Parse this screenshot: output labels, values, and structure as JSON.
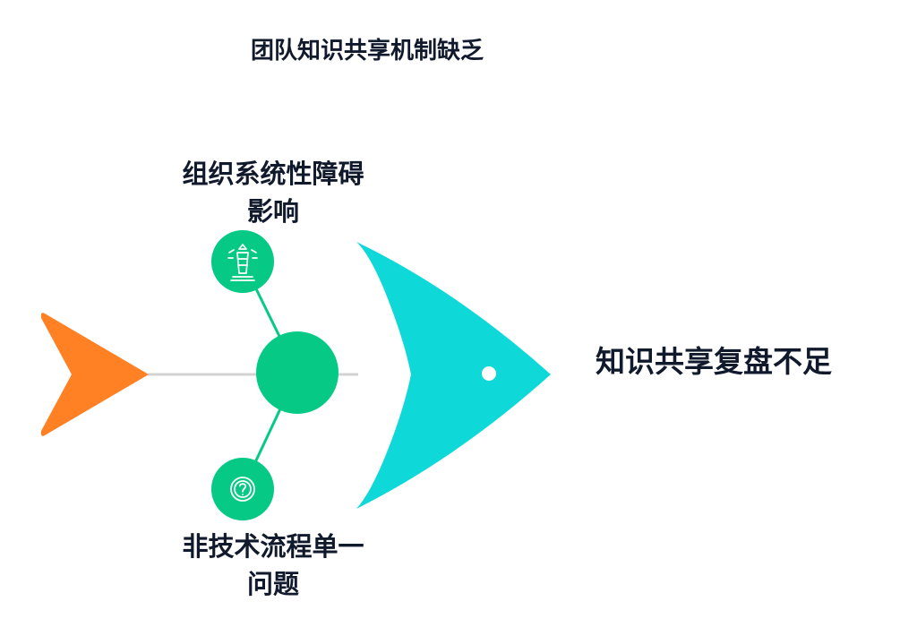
{
  "diagram": {
    "title": "团队知识共享机制缺乏",
    "effect": "知识共享复盘不足",
    "causes": {
      "top": {
        "line1": "组织系统性障碍",
        "line2": "影响",
        "icon": "lighthouse-icon"
      },
      "bottom": {
        "line1": "非技术流程单一",
        "line2": "问题",
        "icon": "question-icon"
      }
    },
    "colors": {
      "tail": "#ff8124",
      "spine": "#d3d3d3",
      "node": "#05c985",
      "head": "#0ed8d8",
      "eye": "#ffffff",
      "text": "#111a2c"
    }
  }
}
